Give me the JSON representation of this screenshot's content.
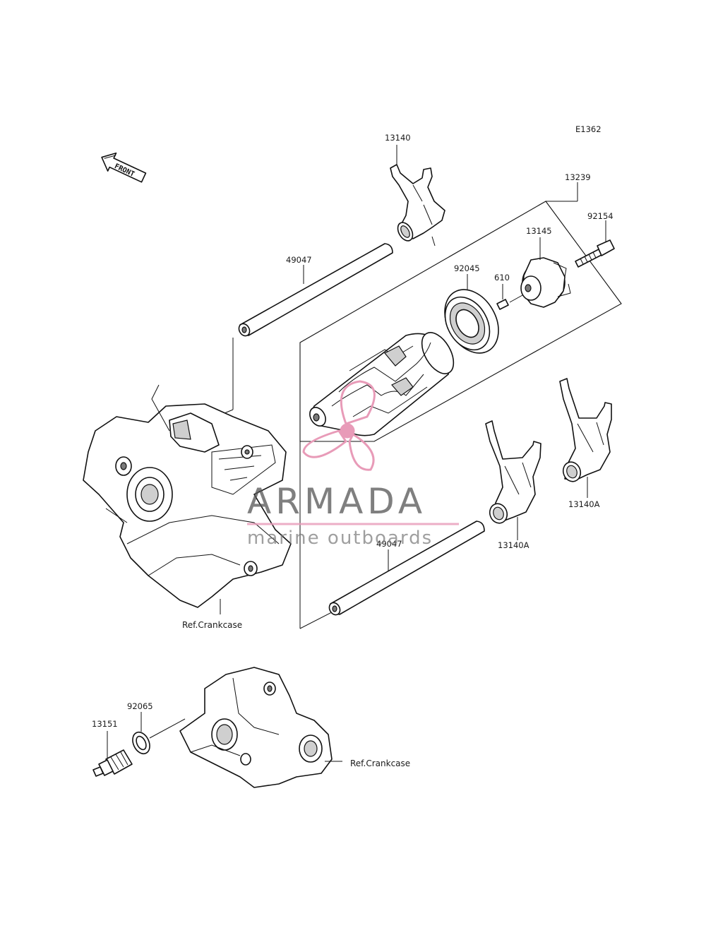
{
  "diagram": {
    "code": "E1362",
    "front_arrow_text": "FRONT",
    "labels": {
      "p13140": "13140",
      "p13239": "13239",
      "p92154": "92154",
      "p13145": "13145",
      "p92045": "92045",
      "p610": "610",
      "p49047_top": "49047",
      "p49047_bottom": "49047",
      "p13140A_left": "13140A",
      "p13140A_right": "13140A",
      "p92065": "92065",
      "p13151": "13151"
    },
    "ref_upper": "Ref.Crankcase",
    "ref_lower": "Ref.Crankcase"
  },
  "watermark": {
    "brand": "ARMADA",
    "tagline": "marine outboards",
    "logo_color": "#e89bb8",
    "text_color": "#555555"
  }
}
